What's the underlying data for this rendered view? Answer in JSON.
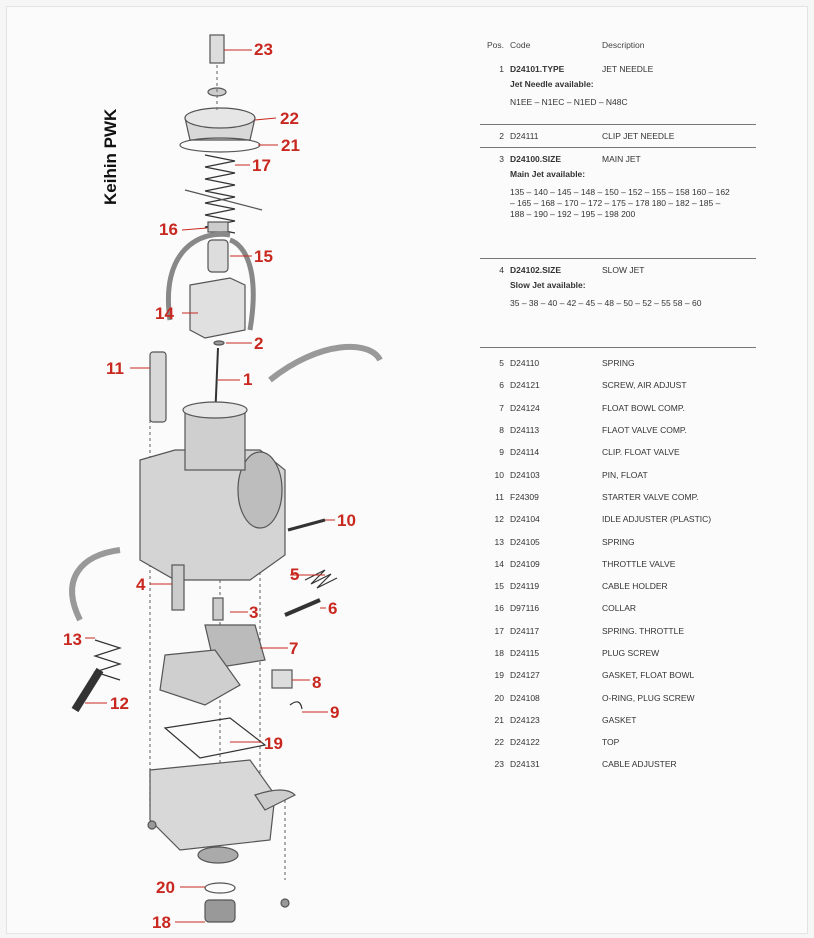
{
  "brand": "Keihin PWK",
  "table": {
    "headers": {
      "pos": "Pos.",
      "code": "Code",
      "desc": "Description"
    },
    "blocks": [
      {
        "pos": "1",
        "code": "D24101.TYPE",
        "desc": "JET NEEDLE",
        "sub": "Jet Needle available:",
        "sizes": "N1EE – N1EC – N1ED – N48C"
      },
      {
        "pos": "2",
        "code": "D24111",
        "desc": "CLIP JET NEEDLE"
      },
      {
        "pos": "3",
        "code": "D24100.SIZE",
        "desc": "MAIN JET",
        "sub": "Main Jet available:",
        "sizes": "135 – 140 – 145 – 148 – 150 – 152 – 155 – 158 160 – 162 – 165 – 168 – 170 – 172 – 175 – 178 180 – 182 – 185 – 188 – 190 – 192 – 195 – 198 200"
      },
      {
        "pos": "4",
        "code": "D24102.SIZE",
        "desc": "SLOW JET",
        "sub": "Slow Jet available:",
        "sizes": "35 – 38 – 40 – 42 – 45 – 48 – 50 – 52 – 55 58 – 60"
      }
    ],
    "rows": [
      {
        "pos": "5",
        "code": "D24110",
        "desc": "SPRING"
      },
      {
        "pos": "6",
        "code": "D24121",
        "desc": "SCREW, AIR ADJUST"
      },
      {
        "pos": "7",
        "code": "D24124",
        "desc": "FLOAT BOWL COMP."
      },
      {
        "pos": "8",
        "code": "D24113",
        "desc": "FLAOT VALVE COMP."
      },
      {
        "pos": "9",
        "code": "D24114",
        "desc": "CLIP. FLOAT VALVE"
      },
      {
        "pos": "10",
        "code": "D24103",
        "desc": "PIN, FLOAT"
      },
      {
        "pos": "11",
        "code": "F24309",
        "desc": "STARTER VALVE COMP."
      },
      {
        "pos": "12",
        "code": "D24104",
        "desc": "IDLE ADJUSTER (PLASTIC)"
      },
      {
        "pos": "13",
        "code": "D24105",
        "desc": "SPRING"
      },
      {
        "pos": "14",
        "code": "D24109",
        "desc": "THROTTLE VALVE"
      },
      {
        "pos": "15",
        "code": "D24119",
        "desc": "CABLE HOLDER"
      },
      {
        "pos": "16",
        "code": "D97116",
        "desc": "COLLAR"
      },
      {
        "pos": "17",
        "code": "D24117",
        "desc": "SPRING. THROTTLE"
      },
      {
        "pos": "18",
        "code": "D24115",
        "desc": "PLUG SCREW"
      },
      {
        "pos": "19",
        "code": "D24127",
        "desc": "GASKET, FLOAT BOWL"
      },
      {
        "pos": "20",
        "code": "D24108",
        "desc": "O-RING, PLUG SCREW"
      },
      {
        "pos": "21",
        "code": "D24123",
        "desc": "GASKET"
      },
      {
        "pos": "22",
        "code": "D24122",
        "desc": "TOP"
      },
      {
        "pos": "23",
        "code": "D24131",
        "desc": "CABLE ADJUSTER"
      }
    ]
  },
  "callouts": {
    "c1": "1",
    "c2": "2",
    "c3": "3",
    "c4": "4",
    "c5": "5",
    "c6": "6",
    "c7": "7",
    "c8": "8",
    "c9": "9",
    "c10": "10",
    "c11": "11",
    "c12": "12",
    "c13": "13",
    "c14": "14",
    "c15": "15",
    "c16": "16",
    "c17": "17",
    "c18": "18",
    "c19": "19",
    "c20": "20",
    "c21": "21",
    "c22": "22",
    "c23": "23"
  }
}
